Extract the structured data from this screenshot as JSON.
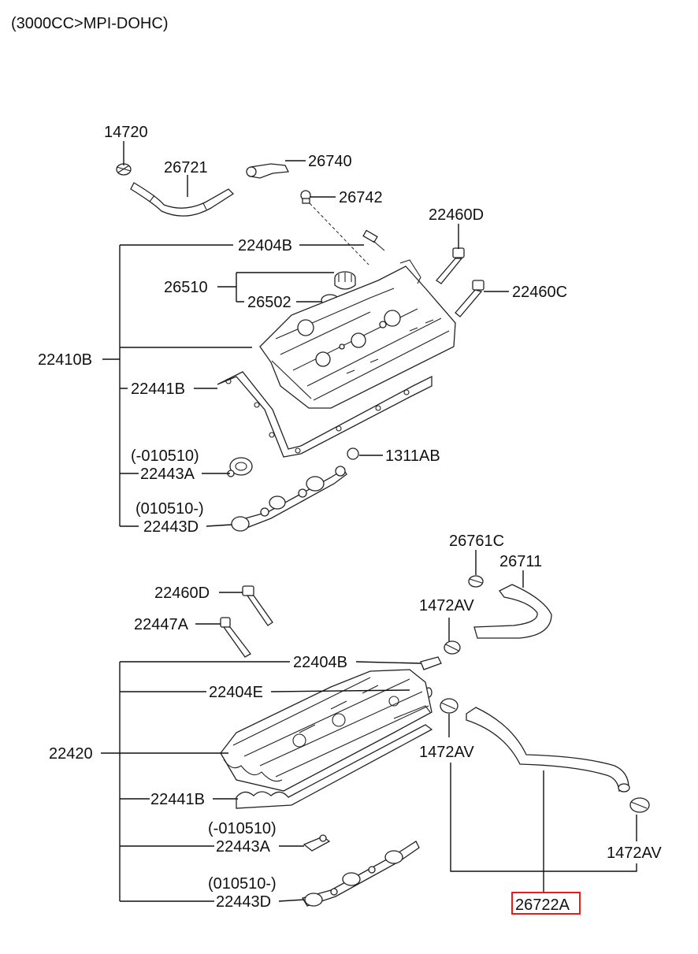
{
  "header": "(3000CC>MPI-DOHC)",
  "highlight_color": "#e0201c",
  "labels": {
    "p14720": "14720",
    "p26721": "26721",
    "p26740": "26740",
    "p26742": "26742",
    "p22460D_top": "22460D",
    "p22404B_top": "22404B",
    "p26510": "26510",
    "p26502": "26502",
    "p22460C": "22460C",
    "p22410B": "22410B",
    "p22441B_top": "22441B",
    "p1311AB": "1311AB",
    "date_before_top": "(-010510)",
    "p22443A_top": "22443A",
    "date_after_top": "(010510-)",
    "p22443D_top": "22443D",
    "p26761C": "26761C",
    "p26711": "26711",
    "p22460D_bot": "22460D",
    "p1472AV_a": "1472AV",
    "p22447A": "22447A",
    "p22404B_bot": "22404B",
    "p22404E": "22404E",
    "p1472AV_b": "1472AV",
    "p22420": "22420",
    "p22441B_bot": "22441B",
    "date_before_bot": "(-010510)",
    "p22443A_bot": "22443A",
    "p1472AV_c": "1472AV",
    "date_after_bot": "(010510-)",
    "p22443D_bot": "22443D",
    "p26722A": "26722A"
  }
}
